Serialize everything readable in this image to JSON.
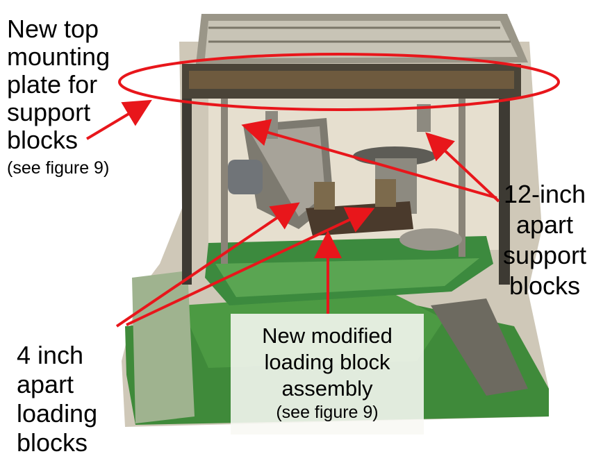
{
  "annotations": {
    "top_plate": {
      "lines": [
        "New top",
        "mounting",
        "plate for",
        "support",
        "blocks"
      ],
      "note": "(see figure 9)"
    },
    "support_blocks": {
      "lines": [
        "12-inch",
        "apart",
        "support",
        "blocks"
      ]
    },
    "loading_blocks": {
      "lines": [
        "4 inch",
        "apart",
        "loading",
        "blocks"
      ]
    },
    "loading_assembly": {
      "lines": [
        "New modified",
        "loading block",
        "assembly"
      ],
      "note": "(see figure 9)"
    }
  },
  "colors": {
    "annotation": "#e8161b",
    "machine_base": "#3f8a3a",
    "machine_frame": "#4a4438"
  }
}
